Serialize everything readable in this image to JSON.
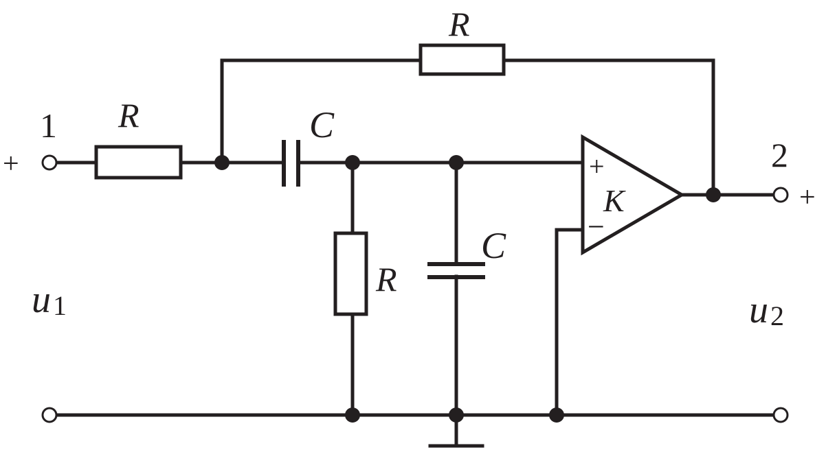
{
  "labels": {
    "r_feedback": "R",
    "r_input": "R",
    "r_shunt": "R",
    "c_series": "C",
    "c_shunt": "C",
    "amp_gain": "K",
    "amp_plus": "+",
    "amp_minus": "−",
    "node_in": "1",
    "node_out": "2",
    "in_plus": "+",
    "out_plus": "+",
    "u_in": "u",
    "u_in_sub": "1",
    "u_out": "u",
    "u_out_sub": "2"
  },
  "colors": {
    "ink": "#231f20",
    "background": "#ffffff"
  }
}
